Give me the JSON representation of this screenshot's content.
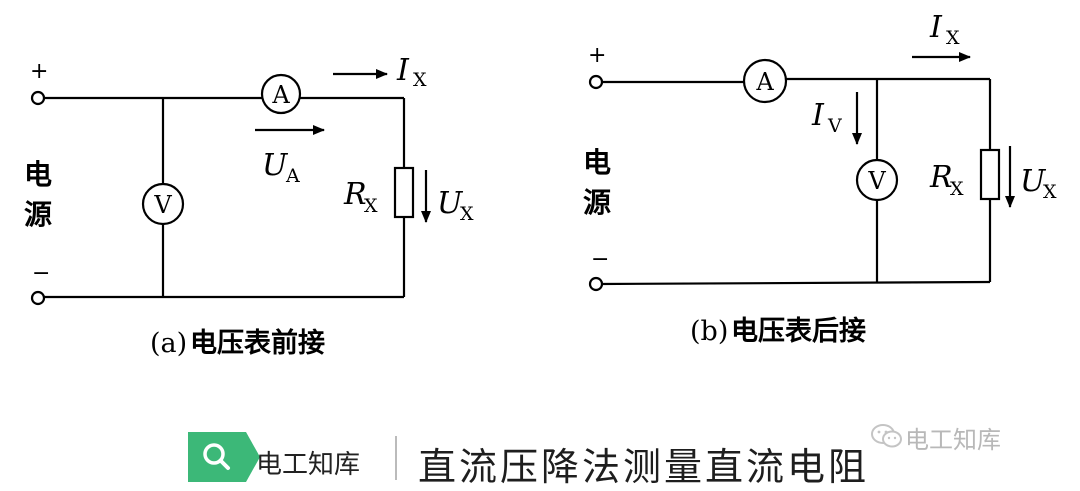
{
  "circuit_a": {
    "plus": "+",
    "minus": "−",
    "source": [
      "电",
      "源"
    ],
    "ammeter": "A",
    "voltmeter": "V",
    "i_main": "I",
    "i_sub": "X",
    "u_a": "U",
    "u_a_sub": "A",
    "r": "R",
    "r_sub": "X",
    "u_x": "U",
    "u_x_sub": "X",
    "caption_prefix": "(a)",
    "caption": "电压表前接"
  },
  "circuit_b": {
    "plus": "+",
    "minus": "−",
    "source": [
      "电",
      "源"
    ],
    "ammeter": "A",
    "voltmeter": "V",
    "i_main": "I",
    "i_sub": "X",
    "i_v": "I",
    "i_v_sub": "V",
    "r": "R",
    "r_sub": "X",
    "u_x": "U",
    "u_x_sub": "X",
    "caption_prefix": "(b)",
    "caption": "电压表后接"
  },
  "footer": {
    "brand": "电工知库",
    "title": "直流压降法测量直流电阻",
    "watermark": "电工知库"
  }
}
